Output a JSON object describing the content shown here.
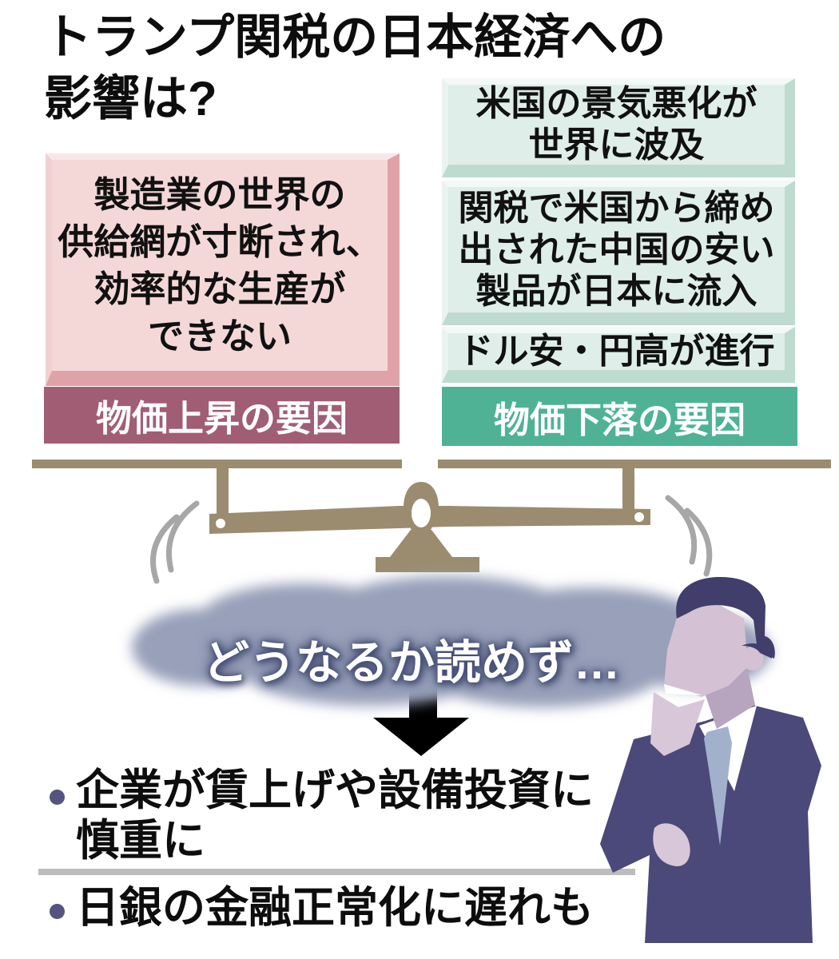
{
  "title": {
    "line1": "トランプ関税の日本経済への",
    "line2": "影響は?"
  },
  "price_up": {
    "box_lines": [
      "製造業の世界の",
      "供給網が寸断され、",
      "効率的な生産が",
      "できない"
    ],
    "label": "物価上昇の要因"
  },
  "price_down": {
    "box1_lines": [
      "米国の景気悪化が",
      "世界に波及"
    ],
    "box2_lines": [
      "関税で米国から締め",
      "出された中国の安い",
      "製品が日本に流入"
    ],
    "box3_lines": [
      "ドル安・円高が進行"
    ],
    "label": "物価下落の要因"
  },
  "uncertainty_text": "どうなるか読めず…",
  "outcomes": {
    "item1_lines": [
      "企業が賃上げや設備投資に",
      "慎重に"
    ],
    "item2": "日銀の金融正常化に遅れも"
  },
  "icons": {
    "balance_scale": "balance-scale",
    "down_arrow": "down-arrow",
    "thought_cloud": "thought-cloud",
    "thinking_man": "thinking-businessman"
  },
  "colors": {
    "price_up_box": "#f4d8d8",
    "price_up_bevel": "#dfa3a7",
    "price_up_label_bg": "#a15d74",
    "price_down_box": "#dfeee9",
    "price_down_bevel": "#bedbd0",
    "price_down_label_bg": "#4fb295",
    "scale": "#9b8c70",
    "cloud": "#98a0ba",
    "suit": "#4b4979",
    "text": "#0d0d0d"
  }
}
